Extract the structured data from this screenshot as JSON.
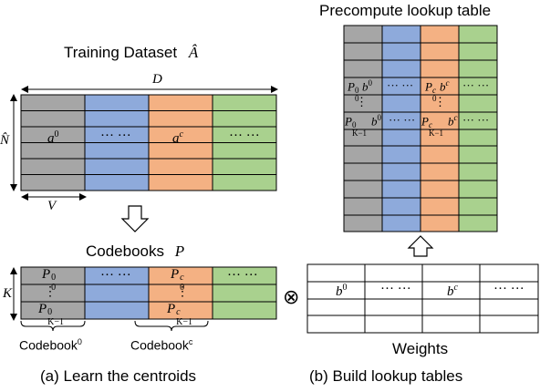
{
  "colors": {
    "gray": "#a6a6a6",
    "blue": "#8eaadb",
    "orange": "#f4b183",
    "green": "#a9d18e"
  },
  "left": {
    "dataset_title": "Training Dataset",
    "dataset_symbol": "Â",
    "dim_D": "D",
    "dim_N": "N̂",
    "dim_V": "V",
    "cell_a0_base": "a",
    "cell_a0_sup": "0",
    "cell_dots": "··· ···",
    "cell_ac_base": "a",
    "cell_ac_sup": "c",
    "codebooks_title": "Codebooks",
    "codebooks_symbol": "P",
    "dim_K": "K",
    "cb_p_base": "P",
    "cb_p00_sup": "0",
    "cb_p00_sub": "0",
    "cb_vdots": "⋮",
    "cb_pk0_sub": "K−1",
    "cb_pc_sup": "c",
    "codebook0_label": "Codebook",
    "codebook0_sup": "0",
    "codebookc_label": "Codebook",
    "codebookc_sup": "c",
    "caption": "(a) Learn the centroids"
  },
  "right": {
    "lookup_title": "Precompute lookup table",
    "lut_p": "P",
    "lut_b": "b",
    "sup0": "0",
    "supc": "c",
    "sub0": "0",
    "subk": "K−1",
    "otimes": "⊗",
    "weights_b": "b",
    "weights_label": "Weights",
    "caption": "(b) Build lookup tables"
  }
}
